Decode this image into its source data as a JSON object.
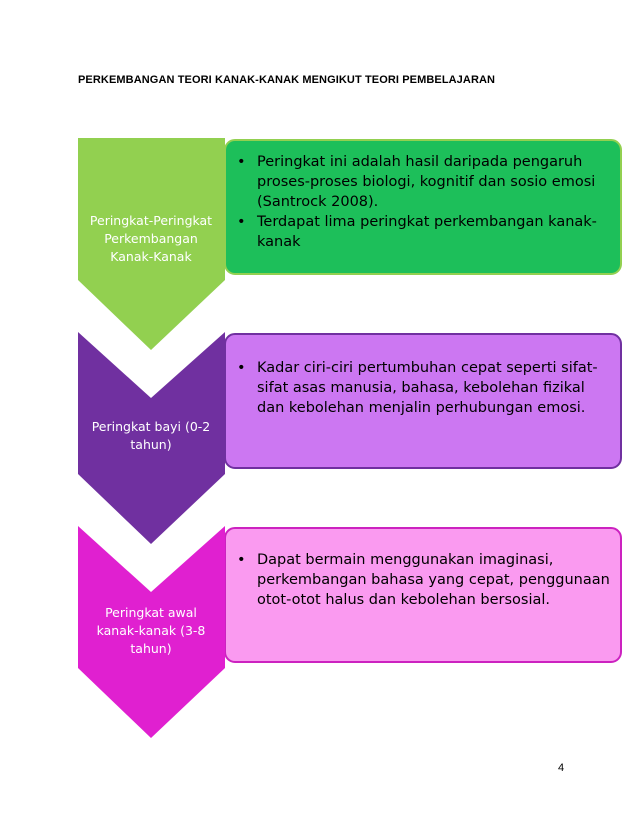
{
  "document": {
    "title": "PERKEMBANGAN TEORI KANAK-KANAK MENGIKUT TEORI PEMBELAJARAN",
    "page_number": "4"
  },
  "diagram": {
    "rows": [
      {
        "label_lines": [
          "Peringkat-Peringkat",
          "Perkembangan",
          "Kanak-Kanak"
        ],
        "bullets": [
          "Peringkat ini adalah hasil daripada pengaruh proses-proses biologi, kognitif dan sosio emosi (Santrock 2008).",
          "Terdapat lima peringkat perkembangan kanak-kanak"
        ],
        "colors": {
          "chevron": "#92d050",
          "box_fill": "#1dbf5a",
          "box_border": "#92d050"
        }
      },
      {
        "label_lines": [
          "Peringkat bayi (0-2",
          "tahun)"
        ],
        "bullets": [
          "Kadar ciri-ciri pertumbuhan cepat seperti sifat-sifat asas manusia, bahasa, kebolehan fizikal dan kebolehan menjalin perhubungan emosi."
        ],
        "colors": {
          "chevron": "#7030a0",
          "box_fill": "#cc77f2",
          "box_border": "#7030a0"
        }
      },
      {
        "label_lines": [
          "Peringkat awal",
          "kanak-kanak (3-8",
          "tahun)"
        ],
        "bullets": [
          "Dapat bermain menggunakan imaginasi, perkembangan bahasa yang cepat, penggunaan otot-otot halus dan kebolehan bersosial."
        ],
        "colors": {
          "chevron": "#e020d0",
          "box_fill": "#fa9af0",
          "box_border": "#cc22c0"
        }
      }
    ]
  }
}
